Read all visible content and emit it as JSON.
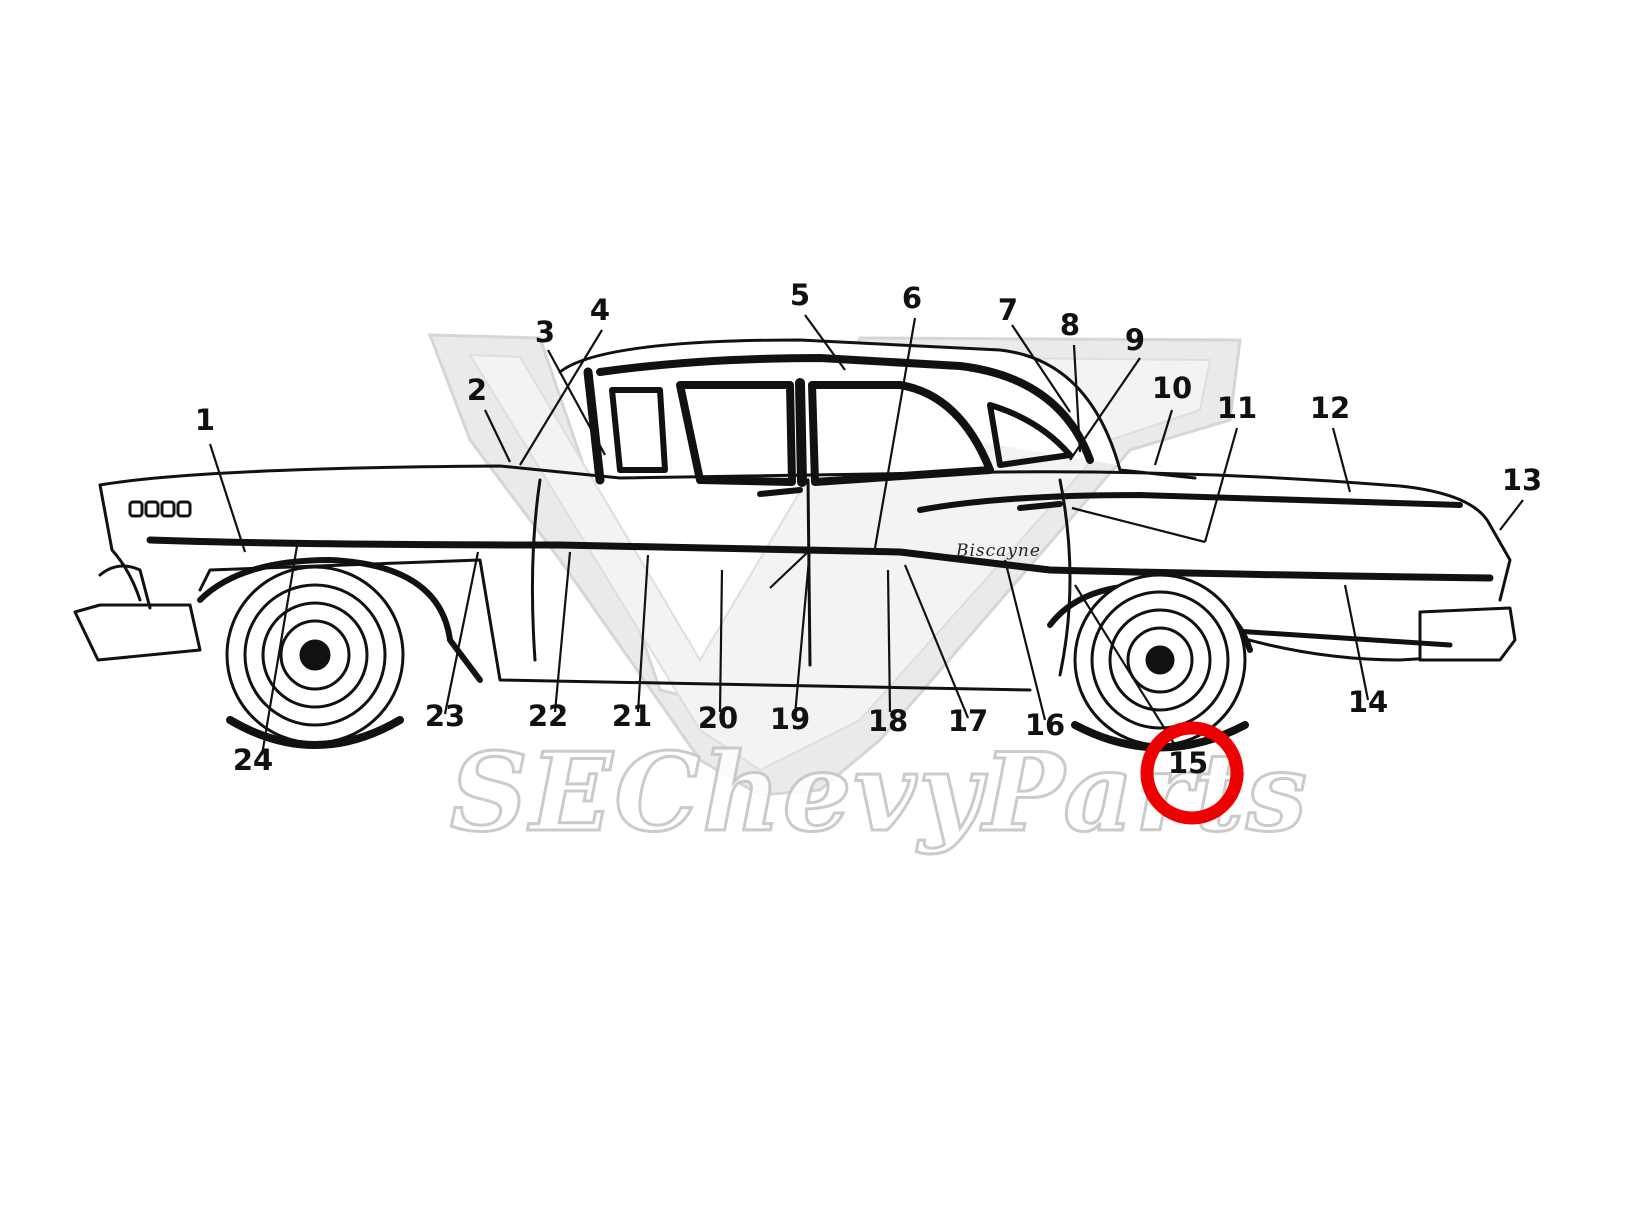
{
  "diagram": {
    "model_script": "Biscayne",
    "watermark_text": "SEChevyParts",
    "highlighted_callout": "15",
    "highlight_color": "#ee0000",
    "callouts": [
      "1",
      "2",
      "3",
      "4",
      "5",
      "6",
      "7",
      "8",
      "9",
      "10",
      "11",
      "12",
      "13",
      "14",
      "15",
      "16",
      "17",
      "18",
      "19",
      "20",
      "21",
      "22",
      "23",
      "24"
    ]
  }
}
